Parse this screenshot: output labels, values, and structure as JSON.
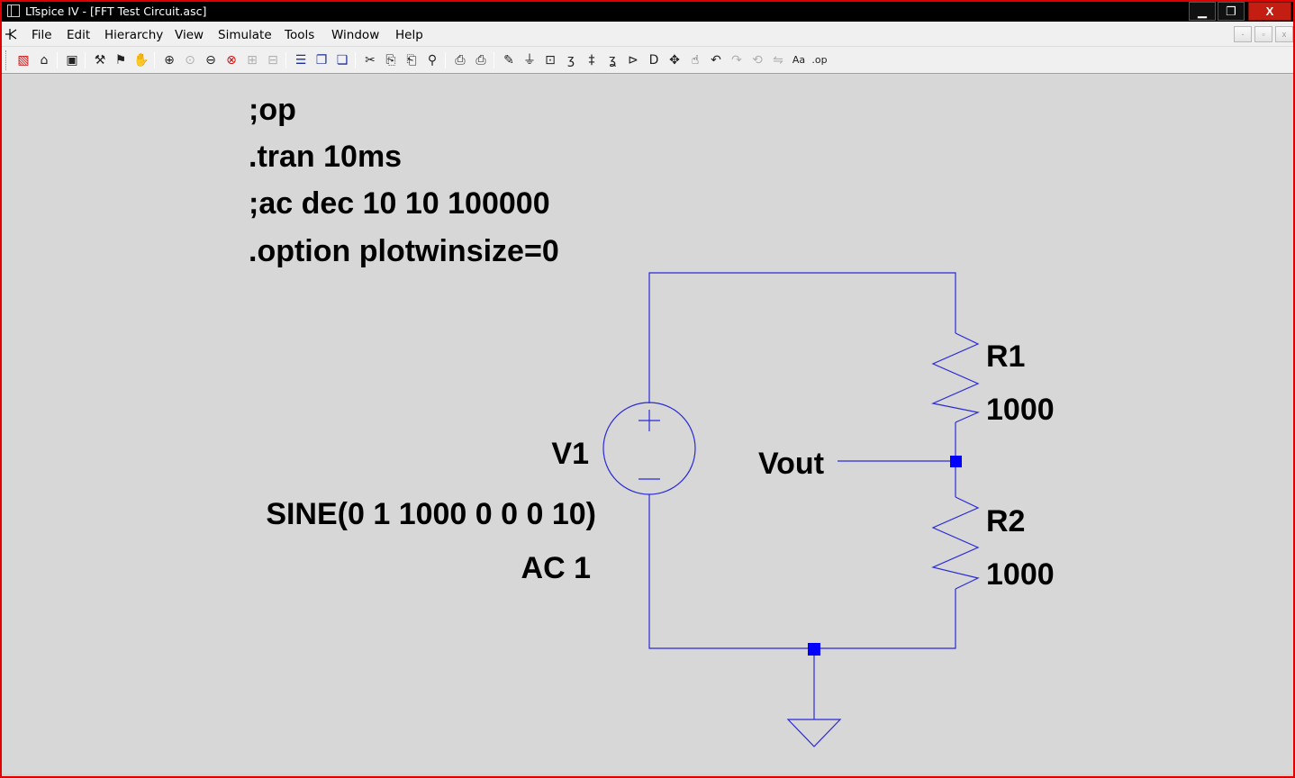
{
  "window": {
    "title": "LTspice IV - [FFT Test Circuit.asc]",
    "controls": {
      "minimize": "▁",
      "maximize": "❐",
      "close": "X"
    }
  },
  "menu": {
    "items": [
      "File",
      "Edit",
      "Hierarchy",
      "View",
      "Simulate",
      "Tools",
      "Window",
      "Help"
    ],
    "mdi_controls": [
      "-",
      "▫",
      "x"
    ]
  },
  "toolbar": {
    "tools": [
      {
        "name": "new-schematic-icon",
        "glyph": "▧",
        "tone": "red"
      },
      {
        "name": "open-icon",
        "glyph": "⌂",
        "tone": "normal"
      },
      {
        "name": "save-icon",
        "glyph": "▣",
        "tone": "normal"
      },
      {
        "name": "control-panel-icon",
        "glyph": "⚒",
        "tone": "normal"
      },
      {
        "name": "run-icon",
        "glyph": "⚑",
        "tone": "normal"
      },
      {
        "name": "halt-icon",
        "glyph": "✋",
        "tone": "dim"
      },
      {
        "name": "zoom-in-icon",
        "glyph": "⊕",
        "tone": "normal"
      },
      {
        "name": "pan-icon",
        "glyph": "⊙",
        "tone": "dim"
      },
      {
        "name": "zoom-out-icon",
        "glyph": "⊖",
        "tone": "normal"
      },
      {
        "name": "zoom-fit-icon",
        "glyph": "⊗",
        "tone": "red"
      },
      {
        "name": "autorange-icon",
        "glyph": "⊞",
        "tone": "dim"
      },
      {
        "name": "pick-visible-traces-icon",
        "glyph": "⊟",
        "tone": "dim"
      },
      {
        "name": "tile-vertical-icon",
        "glyph": "☰",
        "tone": "blue"
      },
      {
        "name": "cascade-icon",
        "glyph": "❐",
        "tone": "blue"
      },
      {
        "name": "close-window-icon",
        "glyph": "❏",
        "tone": "blue"
      },
      {
        "name": "cut-icon",
        "glyph": "✂",
        "tone": "normal"
      },
      {
        "name": "copy-icon",
        "glyph": "⎘",
        "tone": "normal"
      },
      {
        "name": "paste-icon",
        "glyph": "⎗",
        "tone": "normal"
      },
      {
        "name": "find-icon",
        "glyph": "⚲",
        "tone": "normal"
      },
      {
        "name": "print-preview-icon",
        "glyph": "⎙",
        "tone": "normal"
      },
      {
        "name": "print-icon",
        "glyph": "⎙",
        "tone": "normal"
      },
      {
        "name": "draw-wire-icon",
        "glyph": "✎",
        "tone": "normal"
      },
      {
        "name": "ground-icon",
        "glyph": "⏚",
        "tone": "normal"
      },
      {
        "name": "label-net-icon",
        "glyph": "⊡",
        "tone": "normal"
      },
      {
        "name": "resistor-icon",
        "glyph": "ʒ",
        "tone": "normal"
      },
      {
        "name": "capacitor-icon",
        "glyph": "‡",
        "tone": "normal"
      },
      {
        "name": "inductor-icon",
        "glyph": "ʓ",
        "tone": "normal"
      },
      {
        "name": "diode-icon",
        "glyph": "⊳",
        "tone": "normal"
      },
      {
        "name": "component-icon",
        "glyph": "D",
        "tone": "normal"
      },
      {
        "name": "move-icon",
        "glyph": "✥",
        "tone": "normal"
      },
      {
        "name": "drag-icon",
        "glyph": "☝",
        "tone": "normal"
      },
      {
        "name": "undo-icon",
        "glyph": "↶",
        "tone": "normal"
      },
      {
        "name": "redo-icon",
        "glyph": "↷",
        "tone": "dim"
      },
      {
        "name": "rotate-icon",
        "glyph": "⟲",
        "tone": "dim"
      },
      {
        "name": "mirror-icon",
        "glyph": "⇋",
        "tone": "dim"
      },
      {
        "name": "text-icon",
        "glyph": "Aa",
        "tone": "normal"
      },
      {
        "name": "spice-directive-icon",
        "glyph": ".op",
        "tone": "normal"
      }
    ]
  },
  "schematic": {
    "directives": [
      ";op",
      ".tran 10ms",
      ";ac dec 10 10 100000",
      ".option plotwinsize=0"
    ],
    "v1": {
      "name": "V1",
      "value": "SINE(0 1 1000 0 0 0 10)",
      "ac": "AC 1"
    },
    "r1": {
      "name": "R1",
      "value": "1000"
    },
    "r2": {
      "name": "R2",
      "value": "1000"
    },
    "net_label": "Vout",
    "colors": {
      "wire": "#2a2ad8",
      "junction": "#0000ff",
      "component": "#2a2ad8",
      "text": "#000000",
      "background": "#d7d7d7"
    }
  }
}
